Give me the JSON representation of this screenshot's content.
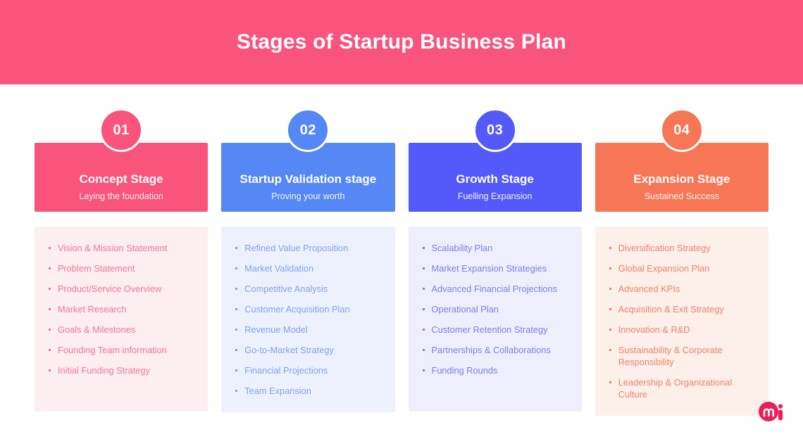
{
  "header": {
    "title": "Stages of Startup Business Plan",
    "background": "#F8547C"
  },
  "logo": {
    "name": "mi-logo",
    "text": "mi",
    "color": "#ED1E56"
  },
  "columns": [
    {
      "number": "01",
      "title": "Concept Stage",
      "subtitle": "Laying the foundation",
      "accent": "#F8547C",
      "panel_bg": "#FDEEF1",
      "text_color": "#F4749A",
      "items": [
        "Vision & Mission Statement",
        "Problem Statement",
        "Product/Service Overview",
        "Market Research",
        "Goals & Milestones",
        "Founding Team information",
        "Initial Funding Strategy"
      ]
    },
    {
      "number": "02",
      "title": "Startup Validation stage",
      "subtitle": "Proving your worth",
      "accent": "#5588F5",
      "panel_bg": "#EDF1FD",
      "text_color": "#7FA1EE",
      "items": [
        "Refined Value Proposition",
        "Market Validation",
        "Competitive Analysis",
        "Customer Acquisition Plan",
        "Revenue Model",
        "Go-to-Market Strategy",
        "Financial Projections",
        "Team Expansion"
      ]
    },
    {
      "number": "03",
      "title": "Growth Stage",
      "subtitle": "Fuelling Expansion",
      "accent": "#5459FA",
      "panel_bg": "#EEEEFC",
      "text_color": "#7C7FEB",
      "items": [
        "Scalability Plan",
        "Market Expansion Strategies",
        "Advanced Financial Projections",
        "Operational Plan",
        "Customer Retention Strategy",
        "Partnerships & Collaborations",
        "Funding Rounds"
      ]
    },
    {
      "number": "04",
      "title": "Expansion Stage",
      "subtitle": "Sustained Success",
      "accent": "#F77655",
      "panel_bg": "#FDEFEA",
      "text_color": "#EE8368",
      "items": [
        "Diversification Strategy",
        "Global Expansion Plan",
        "Advanced KPIs",
        "Acquisition & Exit Strategy",
        "Innovation & R&D",
        "Sustainability & Corporate Responsibility",
        "Leadership & Organizational Culture"
      ]
    }
  ]
}
